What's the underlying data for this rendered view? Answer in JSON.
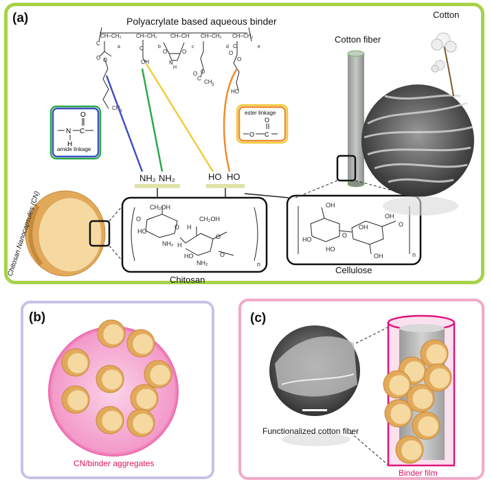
{
  "panel_a": {
    "label": "(a)",
    "binder_title": "Polyacrylate based aqueous binder",
    "cotton_fiber": "Cotton fiber",
    "cotton": "Cotton",
    "amide_label": "amide linkage",
    "ester_label": "ester linkage",
    "nh2_1": "NH₂",
    "nh2_2": "NH₂",
    "ho_1": "HO",
    "ho_2": "HO",
    "chitosan": "Chitosan",
    "cellulose": "Cellulose",
    "cn_label": "Chitosan Nanocapsules (CN)"
  },
  "panel_b": {
    "label": "(b)",
    "caption": "CN/binder aggregates"
  },
  "panel_c": {
    "label": "(c)",
    "fiber_caption": "Functionalized cotton fiber",
    "film_caption": "Binder film"
  },
  "colors": {
    "panel_a_border": "#a6d34a",
    "panel_b_border": "#c6c2e6",
    "panel_c_border": "#f2a9c6",
    "link_blue": "#3f4fc4",
    "link_green": "#2aa84a",
    "link_yellow": "#f0cc3a",
    "link_orange": "#f08a2c",
    "capsule": "#f3cf8c",
    "binder_pink": "#e0147c"
  }
}
